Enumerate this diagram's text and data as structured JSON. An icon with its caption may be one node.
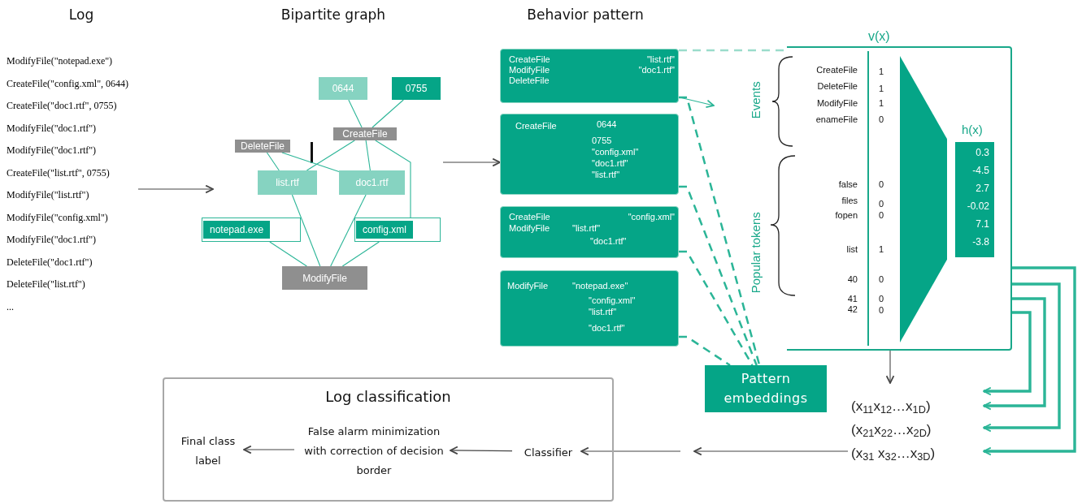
{
  "diagram": {
    "nodes": [
      {
        "text": [
          "ModifyFile(\"notepad.exe\")",
          "CreateFile(\"config.xml\", 0644)",
          "CreateFile(\"doc1.rtf\", 0755)",
          "ModifyFile(\"doc1.rtf\")",
          "ModifyFile(\"doc1.rtf\")",
          "CreateFile(\"list.rtf\", 0755)",
          "ModifyFile(\"list.rtf\")",
          "ModifyFile(\"config.xml\")",
          "ModifyFile(\"doc1.rtf\")",
          "DeleteFile(\"doc1.rtf\")",
          "DeleteFile(\"list.rtf\")",
          "..."
        ]
      },
      {
        "text": [
          "0644"
        ]
      },
      {
        "text": [
          "0755"
        ]
      },
      {
        "text": [
          "CreateFile"
        ]
      },
      {
        "text": [
          "DeleteFile"
        ]
      },
      {
        "text": [
          "list.rtf"
        ]
      },
      {
        "text": [
          "doc1.rtf"
        ]
      },
      {
        "text": [
          "notepad.exe"
        ]
      },
      {
        "text": [
          "config.xml"
        ]
      },
      {
        "text": [
          "ModifyFile"
        ]
      },
      {
        "text": [
          "CreateFile",
          "ModifyFile",
          "DeleteFile",
          "\"list.rtf\"",
          "\"doc1.rtf\""
        ]
      },
      {
        "text": [
          "CreateFile",
          "0644",
          "0755",
          "\"config.xml\"",
          "\"doc1.rtf\"",
          "\"list.rtf\""
        ]
      },
      {
        "text": [
          "CreateFile",
          "ModifyFile",
          "\"config.xml\"",
          "\"list.rtf\"",
          "\"doc1.rtf\""
        ]
      },
      {
        "text": [
          "ModifyFile",
          "\"notepad.exe\"",
          "\"config.xml\"",
          "\"list.rtf\"",
          "\"doc1.rtf\""
        ]
      },
      {
        "text": [
          "v(x)"
        ]
      },
      {
        "text": [
          "h(x)",
          "0.3",
          "-4.5",
          "2.7",
          "-0.02",
          "7.1",
          "-3.8"
        ],
        "in": 14
      },
      {
        "text": [],
        "shape": "trapezoid",
        "in": 14
      },
      {
        "text": [
          "Pattern embeddings"
        ]
      },
      {
        "text": [
          "(x$_{11}$x$_{12}$…x$_{1D}$)",
          "(x$_{21}$x$_{22}$…x$_{2D}$)",
          "(x$_{31}$ x$_{32}$…x$_{3D}$)"
        ]
      },
      {
        "text": [
          "Log classification"
        ]
      },
      {
        "text": [
          "Classifier"
        ],
        "in": 19
      },
      {
        "text": [
          "False alarm minimization with correction of decision border"
        ],
        "in": 19
      },
      {
        "text": [
          "Final class label"
        ],
        "in": 19
      }
    ],
    "edges": [
      {
        "from": 1,
        "to": 3,
        "arrow": "none"
      },
      {
        "from": 2,
        "to": 3,
        "arrow": "none"
      },
      {
        "from": 4,
        "to": 5,
        "arrow": "none"
      },
      {
        "from": 3,
        "to": 5,
        "arrow": "none"
      },
      {
        "from": 4,
        "to": 6,
        "arrow": "none"
      },
      {
        "from": 3,
        "to": 6,
        "arrow": "none"
      },
      {
        "from": 3,
        "to": 8,
        "arrow": "none"
      },
      {
        "from": 5,
        "to": 9,
        "arrow": "none"
      },
      {
        "from": 6,
        "to": 9,
        "arrow": "none"
      },
      {
        "from": 7,
        "to": 9,
        "arrow": "none"
      },
      {
        "from": 8,
        "to": 9,
        "arrow": "none"
      },
      {
        "from": 0,
        "to": null,
        "arrow": "to",
        "color": "#444444"
      },
      {
        "from": null,
        "to": 11,
        "arrow": "to",
        "color": "#444444"
      },
      {
        "from": 10,
        "to": null,
        "arrow": "to"
      },
      {
        "from": 10,
        "to": 14,
        "arrow": "none",
        "style": "dashed",
        "color": "#9adccb"
      },
      {
        "from": 10,
        "to": 17,
        "arrow": "none",
        "style": "dashed"
      },
      {
        "from": 11,
        "to": 17,
        "arrow": "none",
        "style": "dashed"
      },
      {
        "from": 12,
        "to": 17,
        "arrow": "none",
        "style": "dashed"
      },
      {
        "from": 13,
        "to": 17,
        "arrow": "none",
        "style": "dashed"
      },
      {
        "from": 14,
        "to": 18,
        "arrow": "to",
        "style": "thick"
      },
      {
        "from": 14,
        "to": 18,
        "arrow": "to",
        "style": "thick"
      },
      {
        "from": 14,
        "to": 18,
        "arrow": "to",
        "style": "thick"
      },
      {
        "from": 14,
        "to": 18,
        "arrow": "to",
        "style": "thick"
      },
      {
        "from": 14,
        "to": 18,
        "arrow": "to",
        "color": "#444444"
      },
      {
        "from": 18,
        "to": null,
        "arrow": "to",
        "color": "#444444"
      },
      {
        "from": null,
        "to": 20,
        "arrow": "to",
        "color": "#444444"
      },
      {
        "from": 20,
        "to": 21,
        "arrow": "to",
        "color": "#444444"
      },
      {
        "from": 21,
        "to": 22,
        "arrow": "to",
        "color": "#444444"
      }
    ],
    "labels": [
      "Log",
      "Bipartite graph",
      "Behavior pattern",
      "Events",
      "CreateFile",
      "1",
      "DeleteFile",
      "1",
      "ModifyFile",
      "1",
      "enameFile",
      "0",
      "Popular tokens",
      "false",
      "0",
      "files",
      "0",
      "fopen",
      "0",
      "list",
      "1",
      "40",
      "0",
      "41",
      "0",
      "42",
      "0"
    ]
  }
}
